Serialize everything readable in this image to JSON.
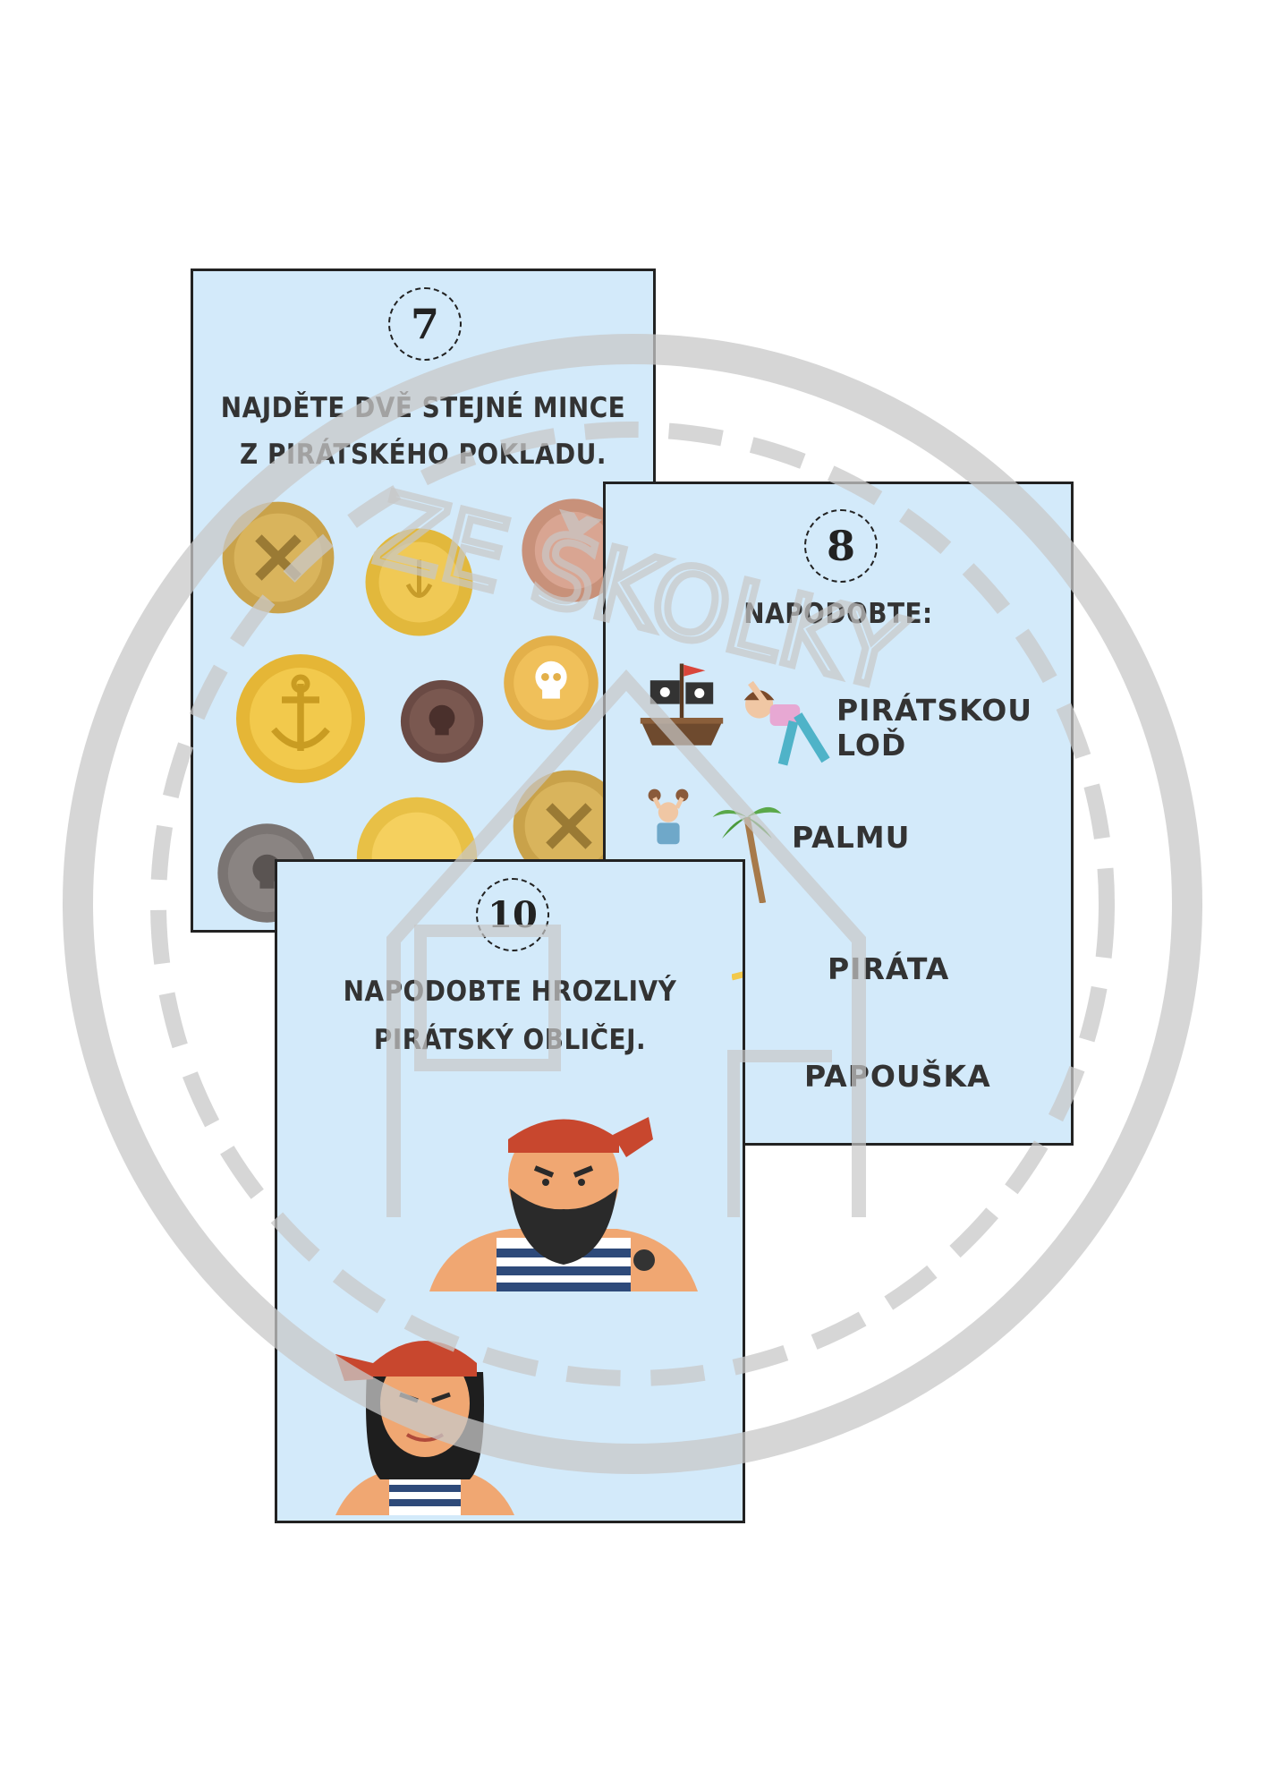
{
  "cards": [
    {
      "number": "7",
      "title_line1": "NAJDĚTE DVĚ STEJNÉ MINCE",
      "title_line2": "Z PIRÁTSKÉHO POKLADU."
    },
    {
      "number": "8",
      "title": "NAPODOBTE:",
      "items": [
        "PIRÁTSKOU LOĎ",
        "PALMU",
        "PIRÁTA",
        "PAPOUŠKA"
      ]
    },
    {
      "number": "10",
      "title_line1": "NAPODOBTE HROZLIVÝ",
      "title_line2": "PIRÁTSKÝ OBLIČEJ."
    }
  ],
  "watermark": {
    "text": "ZE ŠKOLKY"
  },
  "colors": {
    "card_bg": "#d3eafa",
    "border": "#222222",
    "text": "#333333",
    "watermark": "#c8c8c8"
  }
}
